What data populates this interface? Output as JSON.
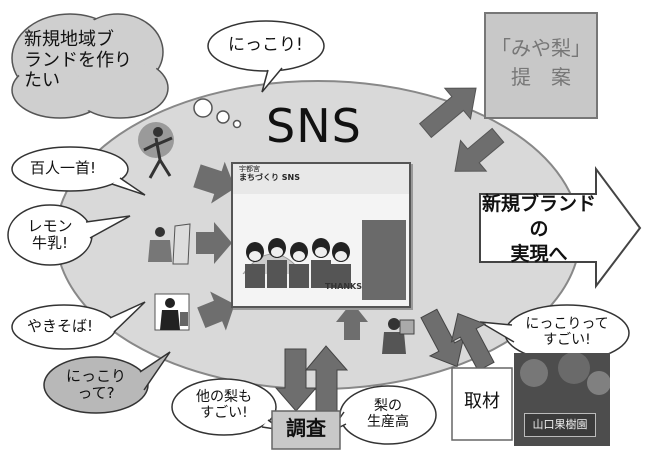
{
  "thought_bubble": {
    "lines": [
      "新規地域ブ",
      "ランドを作り",
      "たい"
    ]
  },
  "sns_label": "SNS",
  "bubble_nikkori": "にっこり!",
  "miyanashi_box": {
    "lines": [
      "「みや梨」",
      "提　案"
    ]
  },
  "brand_arrow": {
    "lines": [
      "新規ブランド",
      "の",
      "実現へ"
    ]
  },
  "bubble_hyakunin": "百人一首!",
  "bubble_lemon": {
    "lines": [
      "レモン",
      "牛乳!"
    ]
  },
  "bubble_yakisoba": "やきそば!",
  "bubble_nikkori_te": {
    "lines": [
      "にっこり",
      "って?"
    ]
  },
  "bubble_hoka": {
    "lines": [
      "他の梨も",
      "すごい!"
    ]
  },
  "chousa_label": "調査",
  "bubble_nashi": {
    "lines": [
      "梨の",
      "生産高"
    ]
  },
  "shuzai_label": "取材",
  "bubble_sugoi": {
    "lines": [
      "にっこりって",
      "すごい!"
    ]
  },
  "screen": {
    "logo_small": "宇都宮",
    "logo_main": "まちづくり SNS",
    "thanks": "THANKS"
  },
  "photo_sign": "山口果樹園",
  "colors": {
    "ellipse": "#d9d9d9",
    "arrow": "#6e6e6e",
    "box": "#c8c8c8",
    "cloud": "#cfcfcf"
  }
}
